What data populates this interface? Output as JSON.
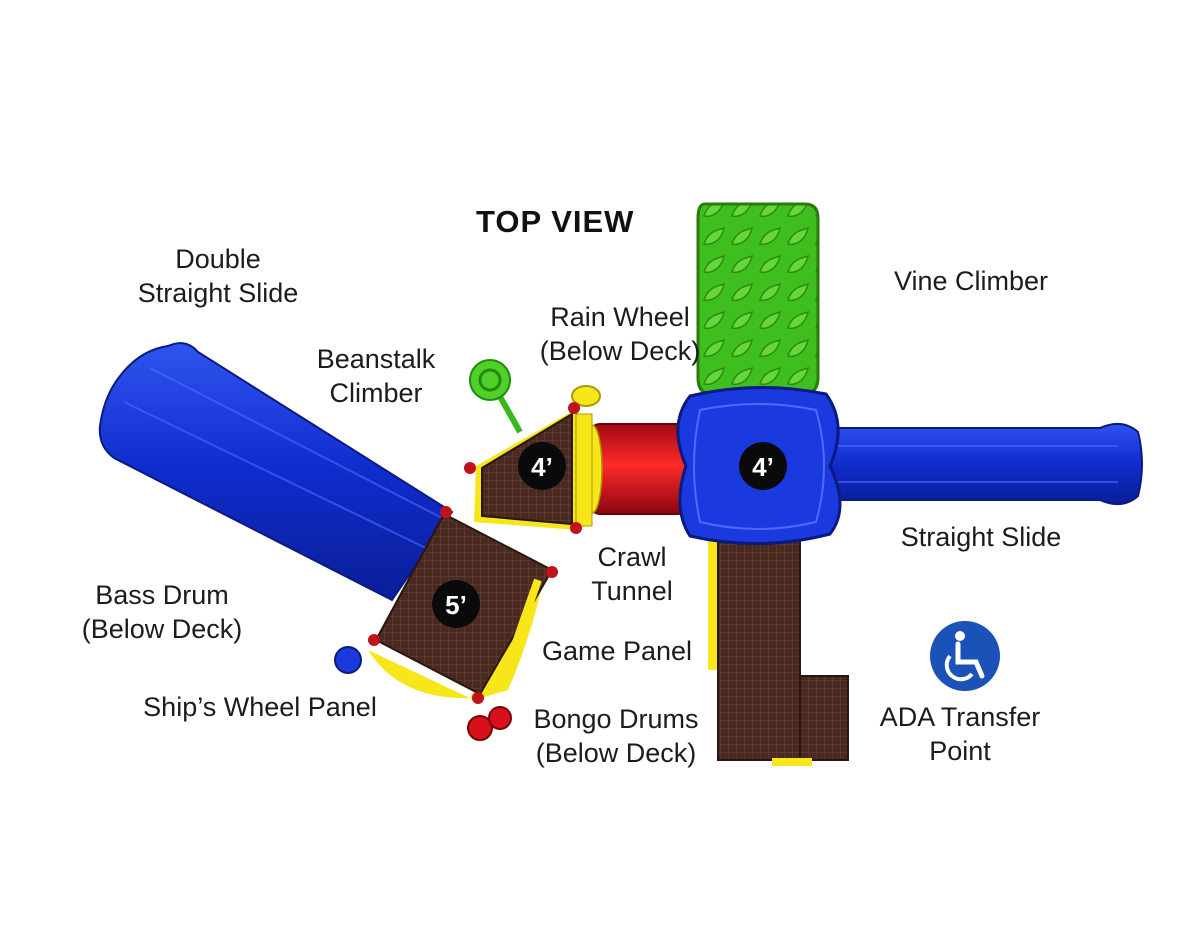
{
  "title": "TOP VIEW",
  "labels": {
    "double_straight_slide": "Double\nStraight Slide",
    "beanstalk_climber": "Beanstalk\nClimber",
    "rain_wheel": "Rain Wheel\n(Below Deck)",
    "vine_climber": "Vine Climber",
    "straight_slide": "Straight Slide",
    "crawl_tunnel": "Crawl\nTunnel",
    "bass_drum": "Bass Drum\n(Below Deck)",
    "game_panel": "Game Panel",
    "ships_wheel_panel": "Ship’s Wheel Panel",
    "bongo_drums": "Bongo Drums\n(Below Deck)",
    "ada_transfer_point": "ADA Transfer\nPoint"
  },
  "deck_heights": {
    "triangle_deck": "4’",
    "square_deck": "5’",
    "blue_deck": "4’"
  },
  "icons": {
    "ada": "wheelchair-accessibility-icon"
  },
  "colors": {
    "slide_blue": "#1436d6",
    "climber_green": "#39b81c",
    "tunnel_red": "#d8101a",
    "deck_brown": "#4a2a20",
    "trim_yellow": "#f6e61a",
    "ada_blue": "#1a52b8"
  }
}
